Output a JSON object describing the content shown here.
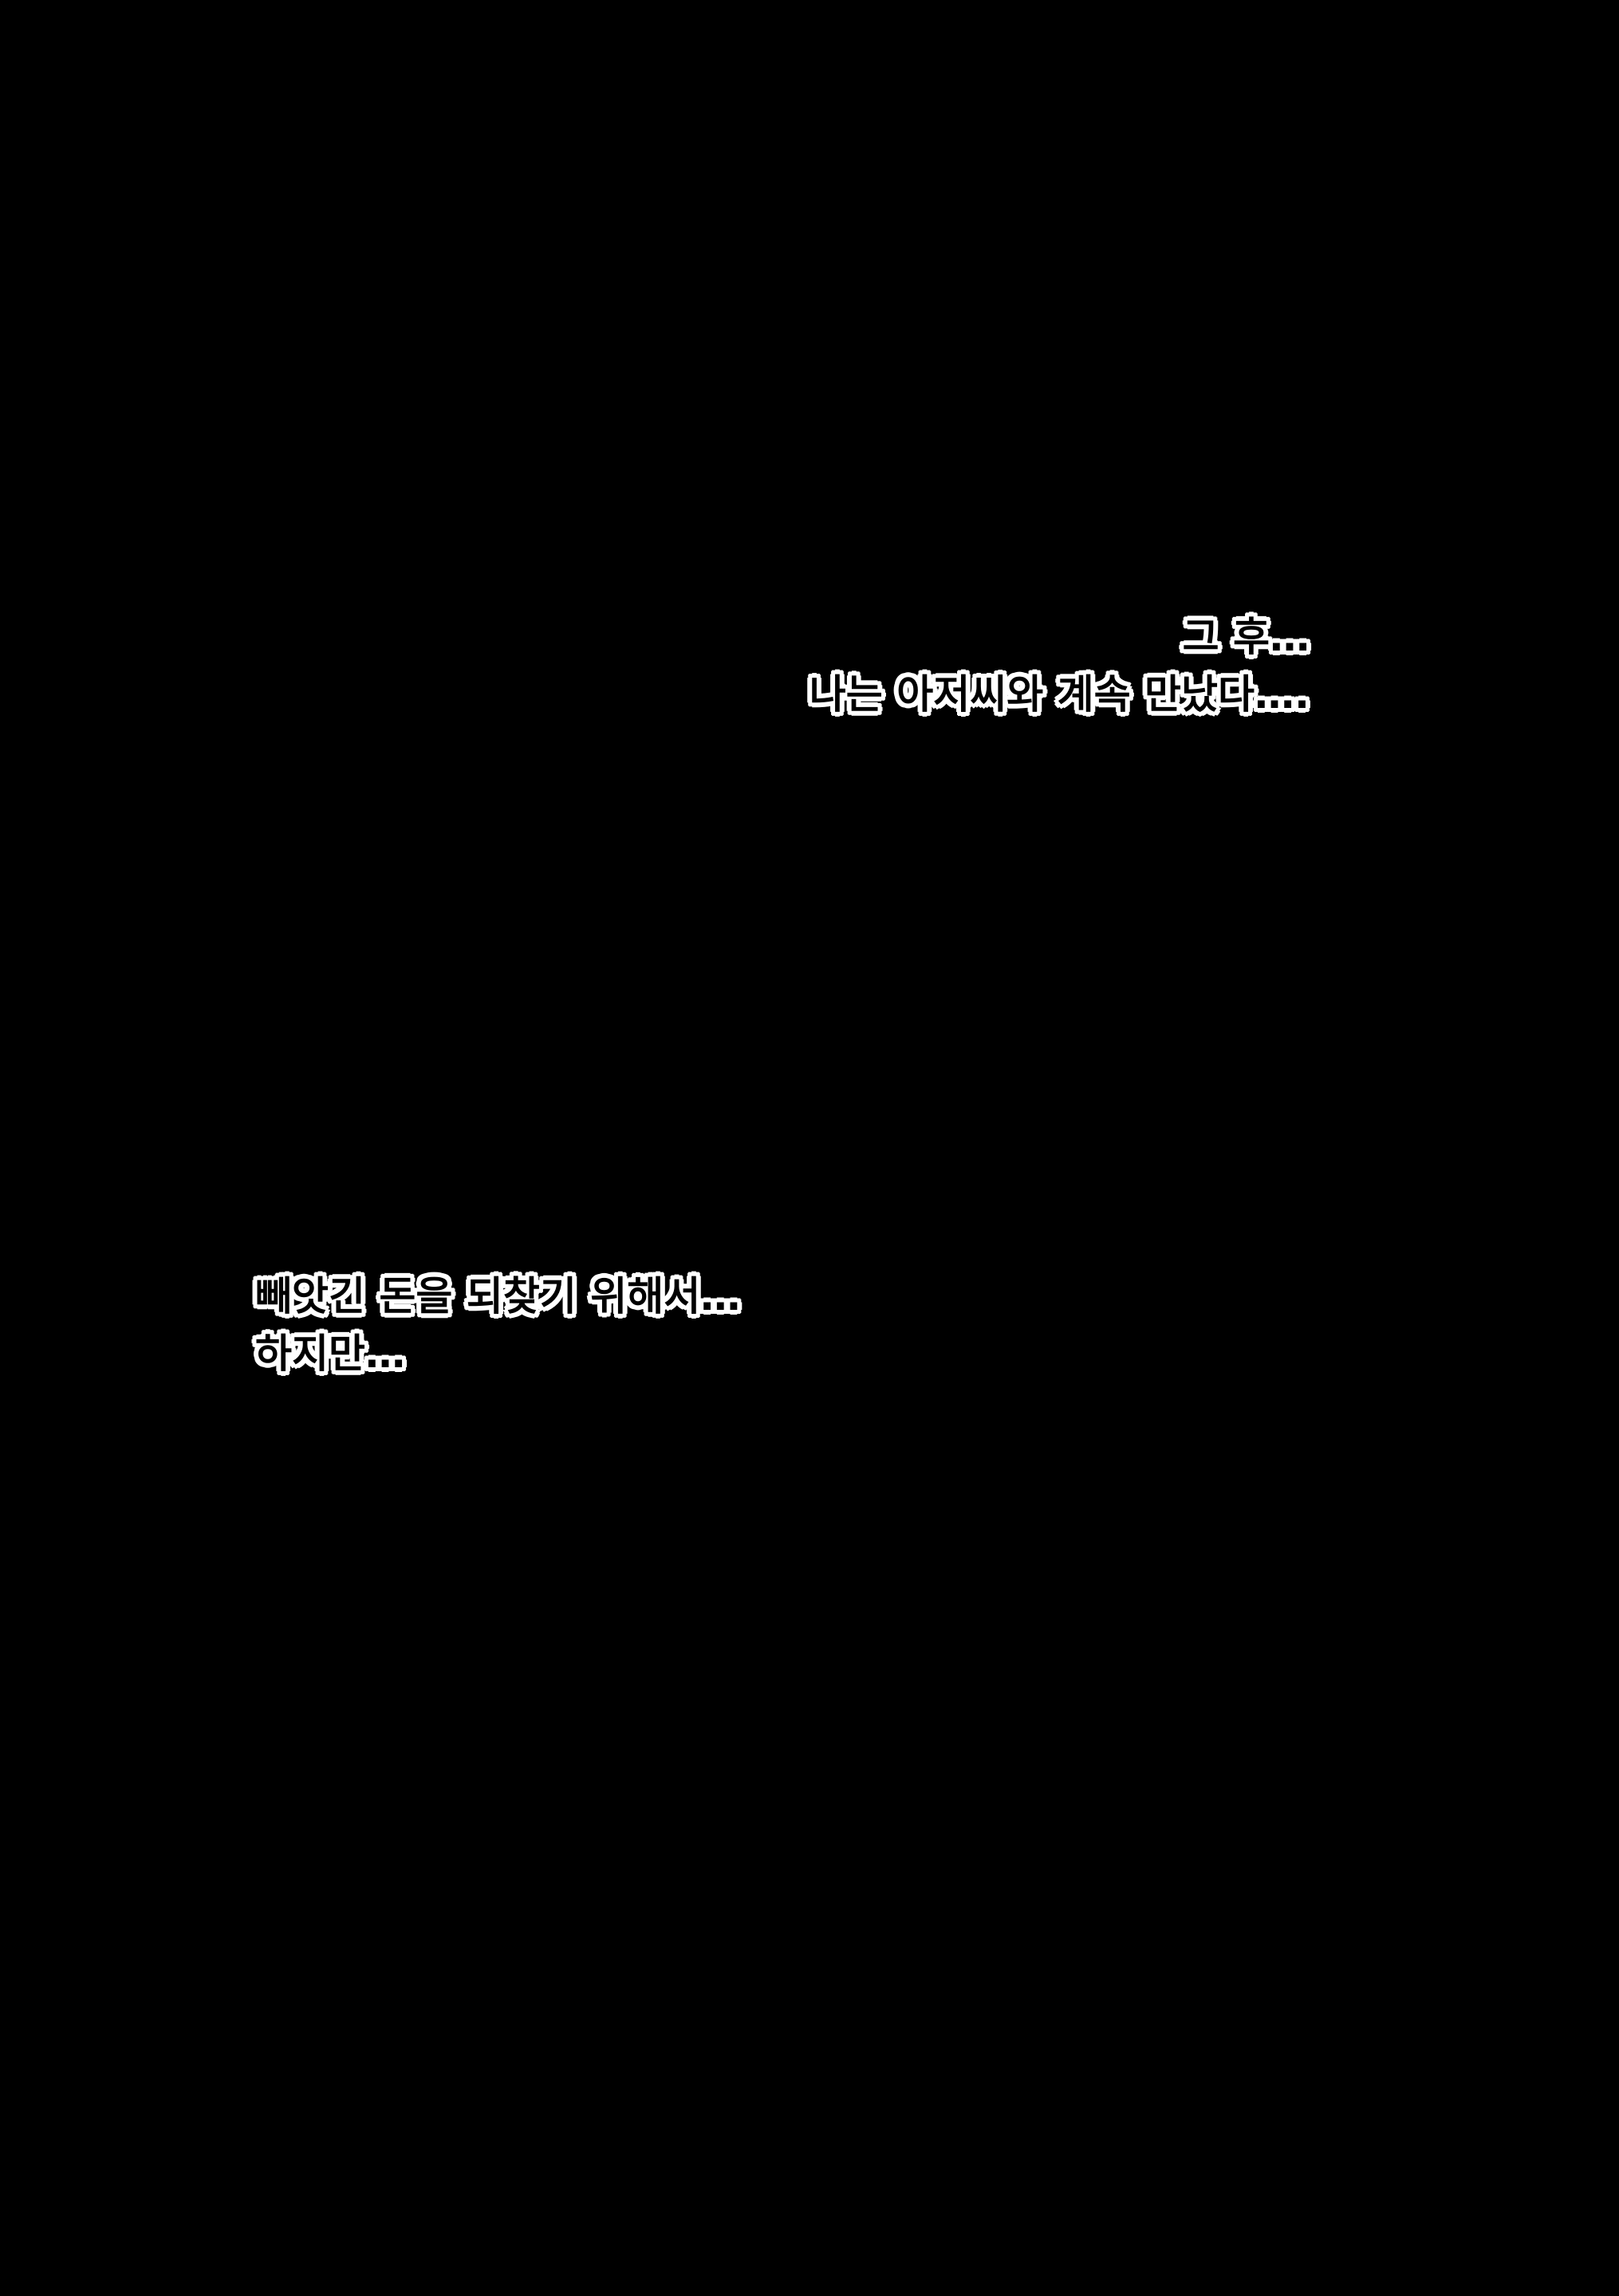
{
  "page": {
    "background": "#000000",
    "text_fill": "#000000",
    "text_outline": "#ffffff"
  },
  "caption_top": {
    "lines": [
      "그 후…",
      "나는 아저씨와 계속 만났다…."
    ]
  },
  "caption_bottom": {
    "lines": [
      "빼앗긴 돈을 되찾기 위해서…",
      "하지만…"
    ]
  }
}
